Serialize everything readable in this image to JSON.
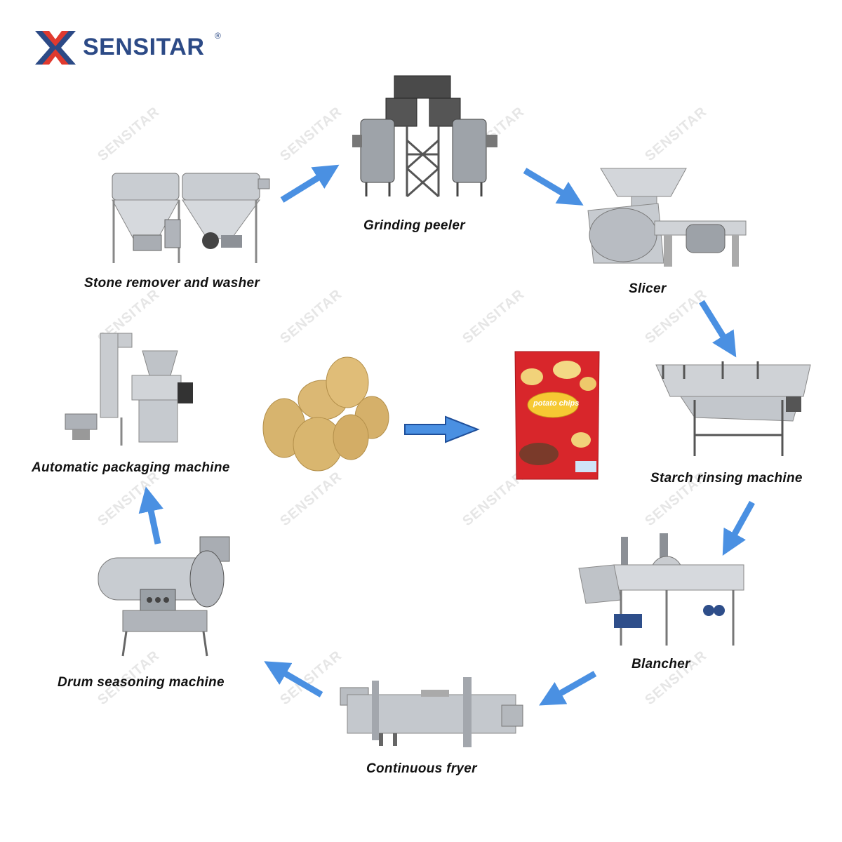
{
  "brand": {
    "name": "SENSITAR",
    "registered": "®"
  },
  "watermark_text": "SENSITAR",
  "input_product": "potato",
  "output_product": {
    "bag_text": "potato chips"
  },
  "steps": [
    {
      "id": "stone",
      "label": "Stone remover and washer"
    },
    {
      "id": "peeler",
      "label": "Grinding peeler"
    },
    {
      "id": "slicer",
      "label": "Slicer"
    },
    {
      "id": "starch",
      "label": "Starch rinsing machine"
    },
    {
      "id": "blancher",
      "label": "Blancher"
    },
    {
      "id": "fryer",
      "label": "Continuous fryer"
    },
    {
      "id": "drum",
      "label": "Drum seasoning machine"
    },
    {
      "id": "pack",
      "label": "Automatic packaging machine"
    }
  ],
  "colors": {
    "arrow": "#4a90e2",
    "brand_blue": "#2c4a86",
    "brand_red": "#e03a2f",
    "bag_red": "#d8262b"
  }
}
